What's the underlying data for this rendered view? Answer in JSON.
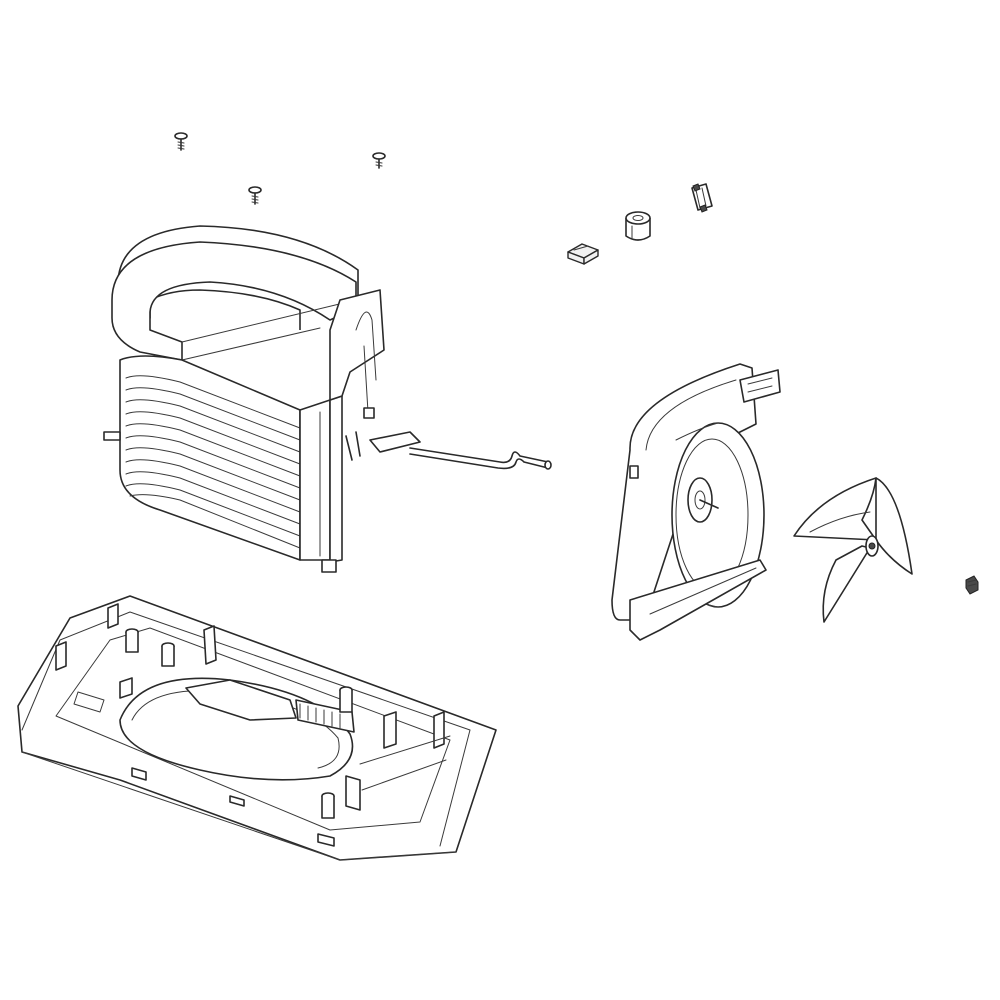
{
  "diagram": {
    "parts": [
      {
        "id": "screw-1",
        "icon": "screw-icon"
      },
      {
        "id": "screw-2",
        "icon": "screw-icon"
      },
      {
        "id": "screw-3",
        "icon": "screw-icon"
      },
      {
        "id": "clip-1",
        "icon": "clip-icon"
      },
      {
        "id": "bushing-1",
        "icon": "bushing-icon"
      },
      {
        "id": "clip-2",
        "icon": "clip-icon"
      },
      {
        "id": "condenser-coil",
        "icon": "coil-icon"
      },
      {
        "id": "fan-shroud",
        "icon": "shroud-icon"
      },
      {
        "id": "fan-blade",
        "icon": "fan-icon"
      },
      {
        "id": "nut",
        "icon": "nut-icon"
      },
      {
        "id": "base-pan",
        "icon": "base-pan-icon"
      }
    ]
  }
}
